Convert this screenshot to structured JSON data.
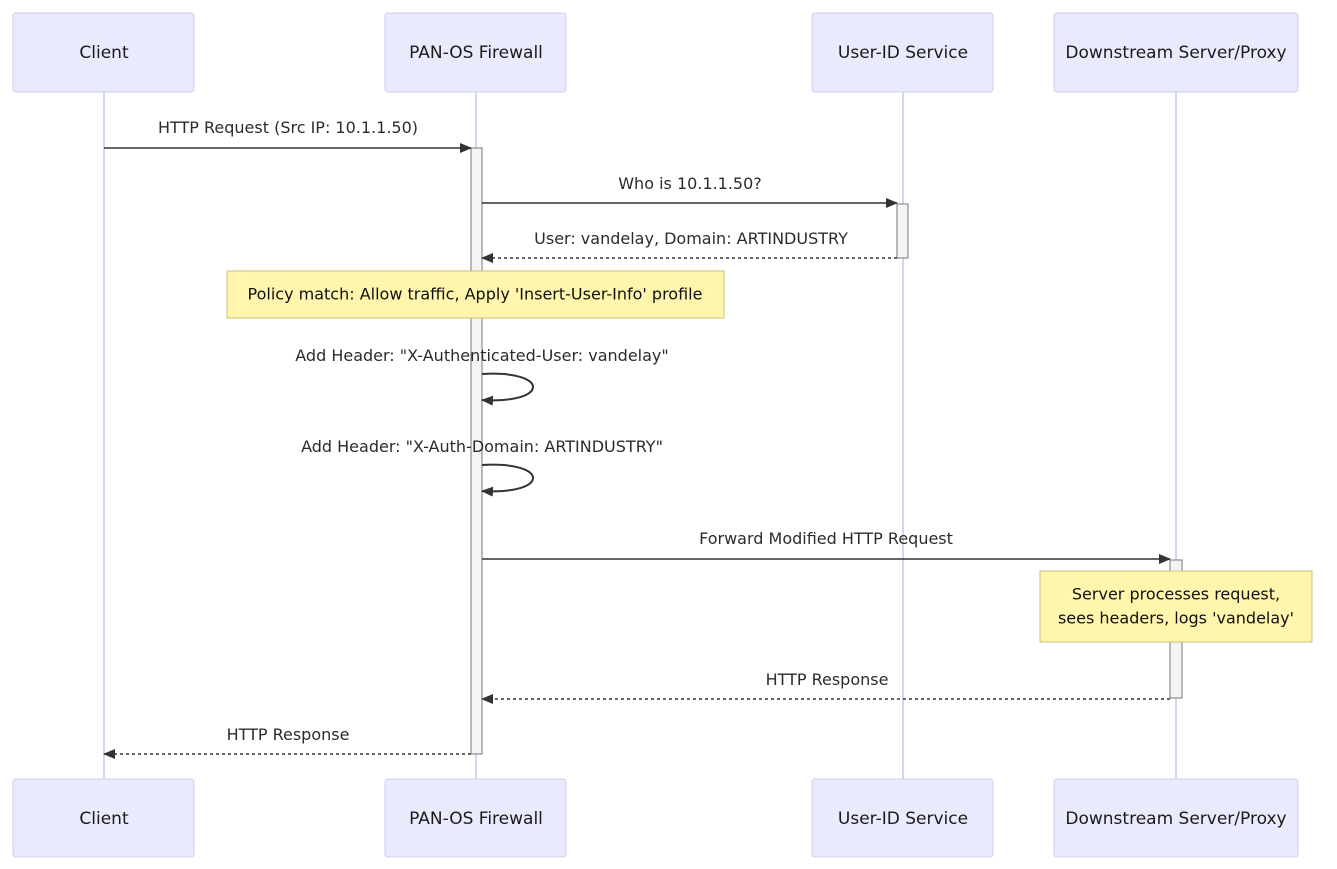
{
  "actors": {
    "client": "Client",
    "firewall": "PAN-OS Firewall",
    "userid": "User-ID Service",
    "server": "Downstream Server/Proxy"
  },
  "messages": [
    {
      "from": "client",
      "to": "firewall",
      "label": "HTTP Request (Src IP: 10.1.1.50)",
      "style": "solid"
    },
    {
      "from": "firewall",
      "to": "userid",
      "label": "Who is 10.1.1.50?",
      "style": "solid"
    },
    {
      "from": "userid",
      "to": "firewall",
      "label": "User: vandelay, Domain: ARTINDUSTRY",
      "style": "dashed"
    },
    {
      "from": "firewall",
      "to": "firewall",
      "label": "Add Header: \"X-Authenticated-User: vandelay\"",
      "style": "self"
    },
    {
      "from": "firewall",
      "to": "firewall",
      "label": "Add Header: \"X-Auth-Domain: ARTINDUSTRY\"",
      "style": "self"
    },
    {
      "from": "firewall",
      "to": "server",
      "label": "Forward Modified HTTP Request",
      "style": "solid"
    },
    {
      "from": "server",
      "to": "firewall",
      "label": "HTTP Response",
      "style": "dashed"
    },
    {
      "from": "firewall",
      "to": "client",
      "label": "HTTP Response",
      "style": "dashed"
    }
  ],
  "notes": {
    "policy": "Policy match: Allow traffic, Apply 'Insert-User-Info' profile",
    "server_line1": "Server processes request,",
    "server_line2": "sees headers, logs 'vandelay'"
  },
  "colors": {
    "actor_fill": "#eaeafd",
    "lifeline": "#d6d6f0",
    "note_fill": "#fff5ad",
    "line": "#333333"
  }
}
